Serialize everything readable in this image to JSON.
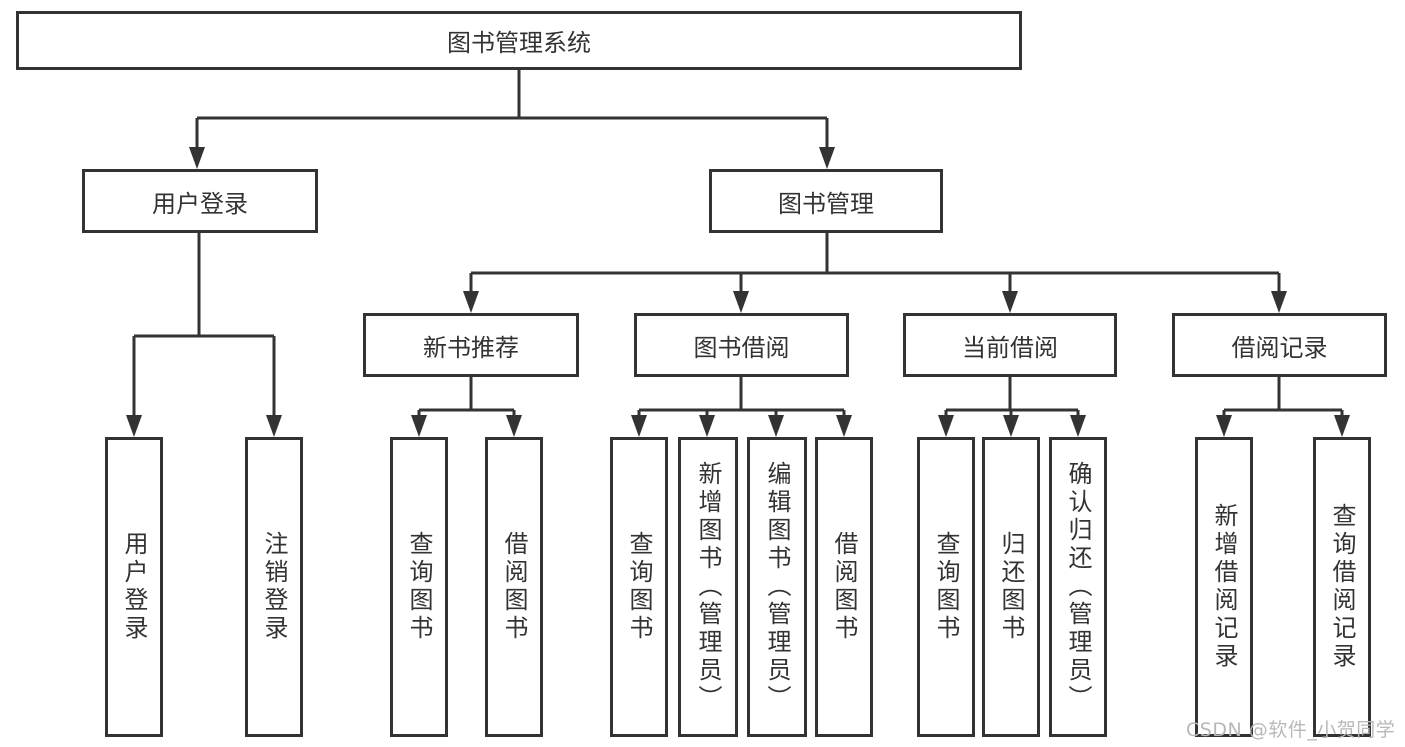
{
  "tree": {
    "label": "图书管理系统",
    "children": [
      {
        "label": "用户登录",
        "children": [
          {
            "label": "用户登录"
          },
          {
            "label": "注销登录"
          }
        ]
      },
      {
        "label": "图书管理",
        "children": [
          {
            "label": "新书推荐",
            "children": [
              {
                "label": "查询图书"
              },
              {
                "label": "借阅图书"
              }
            ]
          },
          {
            "label": "图书借阅",
            "children": [
              {
                "label": "查询图书"
              },
              {
                "label": "新增图书（管理员）"
              },
              {
                "label": "编辑图书（管理员）"
              },
              {
                "label": "借阅图书"
              }
            ]
          },
          {
            "label": "当前借阅",
            "children": [
              {
                "label": "查询图书"
              },
              {
                "label": "归还图书"
              },
              {
                "label": "确认归还（管理员）"
              }
            ]
          },
          {
            "label": "借阅记录",
            "children": [
              {
                "label": "新增借阅记录"
              },
              {
                "label": "查询借阅记录"
              }
            ]
          }
        ]
      }
    ]
  },
  "watermark": {
    "text": "CSDN @软件_小贺同学",
    "color": "#b8b8b8"
  },
  "colors": {
    "line": "#333333",
    "box_border": "#333333",
    "text": "#333333",
    "box_background": "#ffffff",
    "page_background": "#ffffff"
  }
}
